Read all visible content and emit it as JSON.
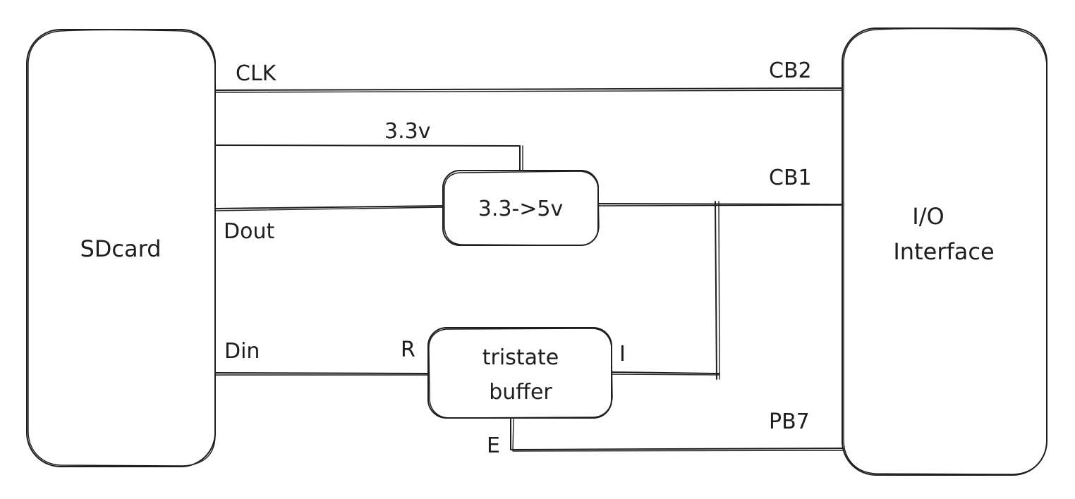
{
  "blocks": {
    "sdcard": "SDcard",
    "io_line1": "I/O",
    "io_line2": "Interface",
    "converter": "3.3->5v",
    "buffer_line1": "tristate",
    "buffer_line2": "buffer"
  },
  "signals": {
    "clk": "CLK",
    "v33": "3.3v",
    "dout": "Dout",
    "din": "Din",
    "cb2": "CB2",
    "cb1": "CB1",
    "pb7": "PB7"
  },
  "pins": {
    "r": "R",
    "i": "I",
    "e": "E"
  }
}
